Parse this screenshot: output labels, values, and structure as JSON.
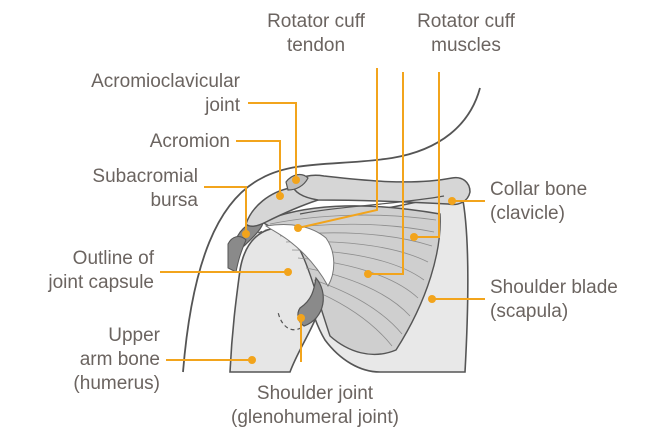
{
  "labels": {
    "rotator_cuff_tendon": [
      "Rotator cuff",
      "tendon"
    ],
    "rotator_cuff_muscles": [
      "Rotator cuff",
      "muscles"
    ],
    "acromioclavicular_joint": [
      "Acromioclavicular",
      "joint"
    ],
    "acromion": [
      "Acromion"
    ],
    "subacromial_bursa": [
      "Subacromial",
      "bursa"
    ],
    "collar_bone": [
      "Collar bone",
      "(clavicle)"
    ],
    "outline_joint_capsule": [
      "Outline of",
      "joint capsule"
    ],
    "shoulder_blade": [
      "Shoulder blade",
      "(scapula)"
    ],
    "upper_arm_bone": [
      "Upper",
      "arm bone",
      "(humerus)"
    ],
    "shoulder_joint": [
      "Shoulder joint",
      "(glenohumeral joint)"
    ]
  },
  "colors": {
    "leader": "#f2a41c",
    "text": "#6b6460",
    "bone_fill": "#e6e6e6",
    "bone_stroke": "#555555",
    "muscle_fill": "#cfcfcf",
    "cartilage": "#8a8a8a",
    "skin_line": "#555555"
  }
}
